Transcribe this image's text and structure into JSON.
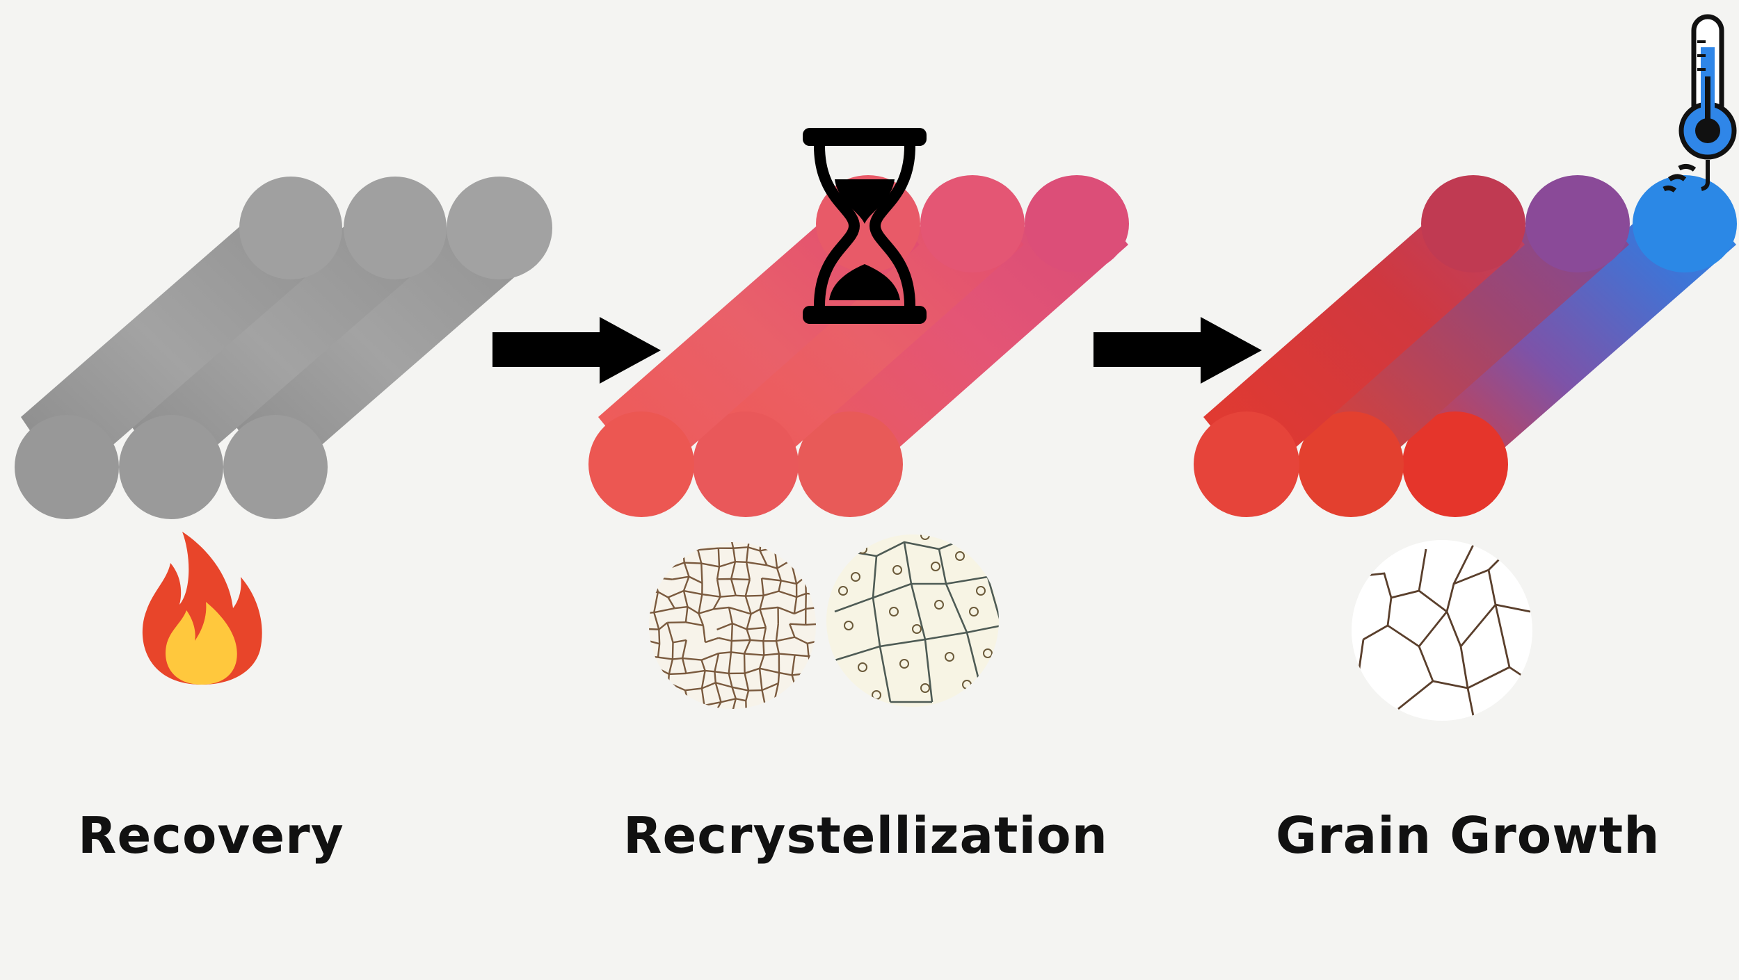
{
  "stages": [
    {
      "label": "Recovery",
      "icon": "fire-icon",
      "rod_color": "#9a9a9a"
    },
    {
      "label": "Recrystellization",
      "icon": "hourglass-icon",
      "rod_color": "#e8505a"
    },
    {
      "label": "Grain Growth",
      "icon": "thermometer-icon",
      "rod_color": "#2f86e8"
    }
  ],
  "colors": {
    "background": "#f4f4f2",
    "arrow": "#000000",
    "thermometer": "#2f86e8",
    "flame_outer": "#e8452a",
    "flame_inner": "#ffc83d"
  }
}
